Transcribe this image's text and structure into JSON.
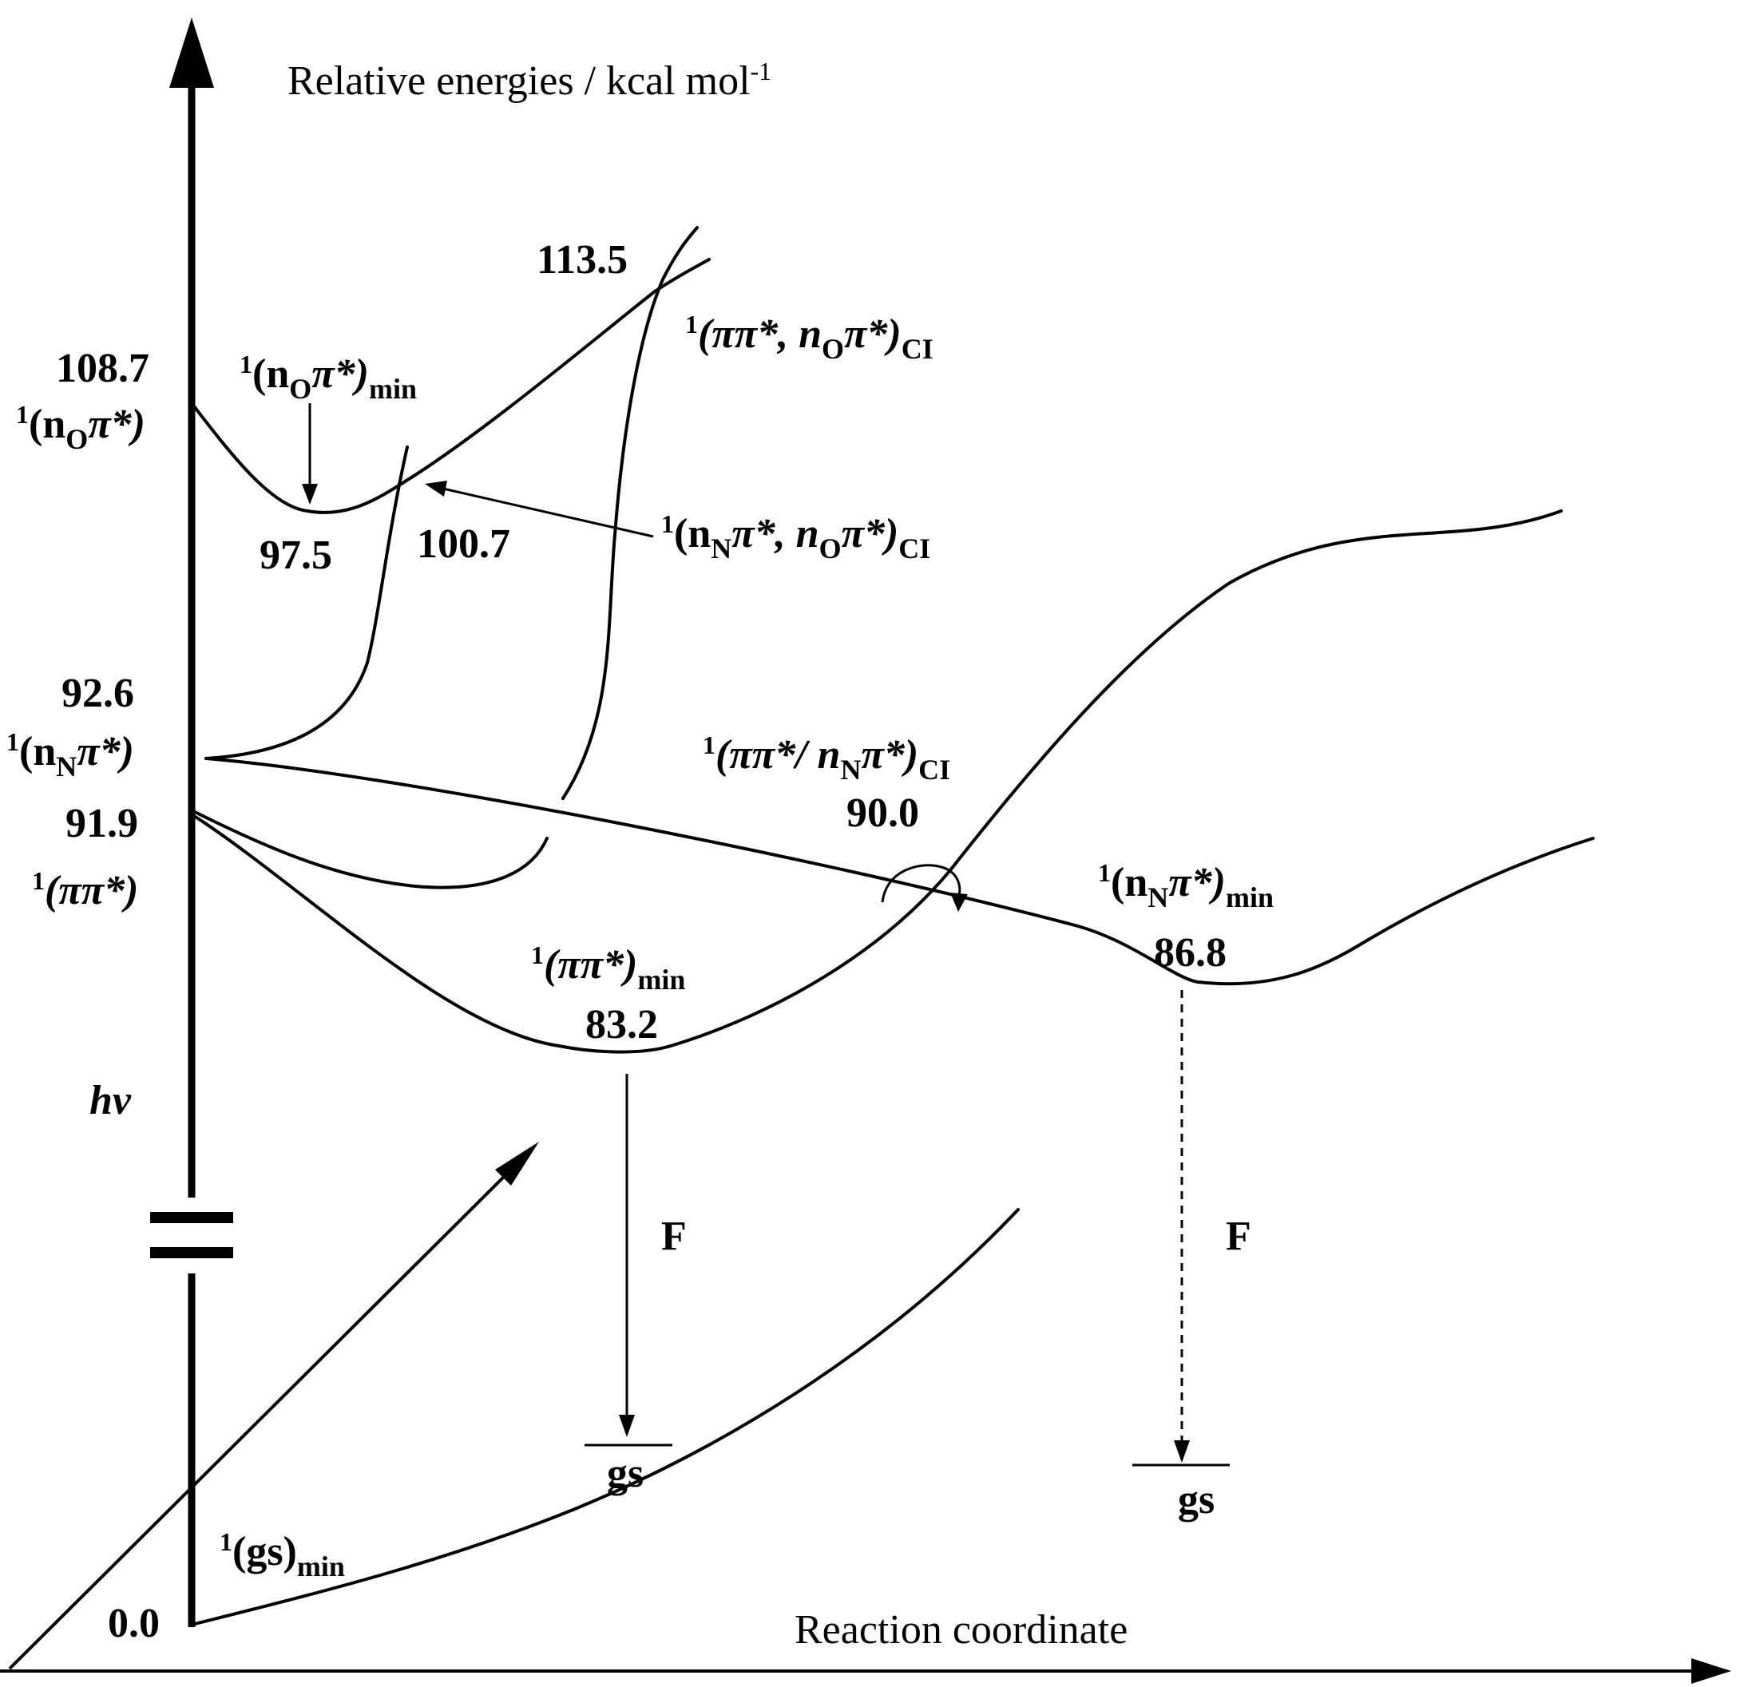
{
  "axes": {
    "y_title": "Relative energies / kcal mol",
    "y_title_sup": "-1",
    "x_title": "Reaction coordinate",
    "hv": "hv"
  },
  "energies": {
    "e108_7": "108.7",
    "e113_5": "113.5",
    "e97_5": "97.5",
    "e100_7": "100.7",
    "e92_6": "92.6",
    "e91_9": "91.9",
    "e90_0": "90.0",
    "e86_8": "86.8",
    "e83_2": "83.2",
    "e0_0": "0.0"
  },
  "labels": {
    "sup1": "1",
    "no_state_open": "(n",
    "o_sub": "O",
    "pistar": "π*)",
    "no_min_sub": "min",
    "nn_sub": "N",
    "pipi": "(ππ*)",
    "pipi_min_open": "(ππ*)",
    "ci_pipi_no": "(ππ*, n",
    "ci_sub": "CI",
    "ci_nn_no_open": "(n",
    "ci_nn_no_mid": "π*, n",
    "ci_pipi_nn": "(ππ*/ n",
    "gs_min_open": "(gs)",
    "gs": "gs",
    "fluorescence": "F"
  }
}
